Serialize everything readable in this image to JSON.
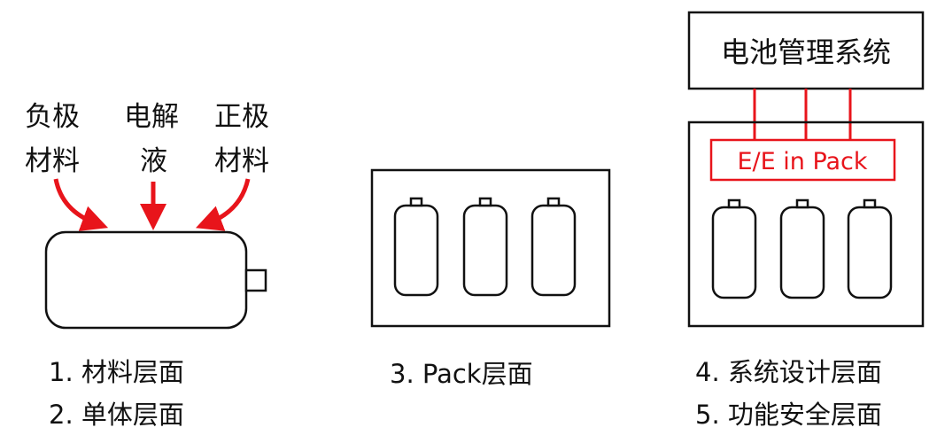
{
  "colors": {
    "accent": "#e8141b",
    "stroke": "#111111"
  },
  "material": {
    "anode": [
      "负极",
      "材料"
    ],
    "electrolyte": [
      "电解",
      "液"
    ],
    "cathode": [
      "正极",
      "材料"
    ]
  },
  "captions": {
    "level1": "1. 材料层面",
    "level2": "2. 单体层面",
    "level3": "3. Pack层面",
    "level4": "4. 系统设计层面",
    "level5": "5. 功能安全层面"
  },
  "bms": {
    "label": "电池管理系统"
  },
  "ee": {
    "label": "E/E in Pack"
  }
}
